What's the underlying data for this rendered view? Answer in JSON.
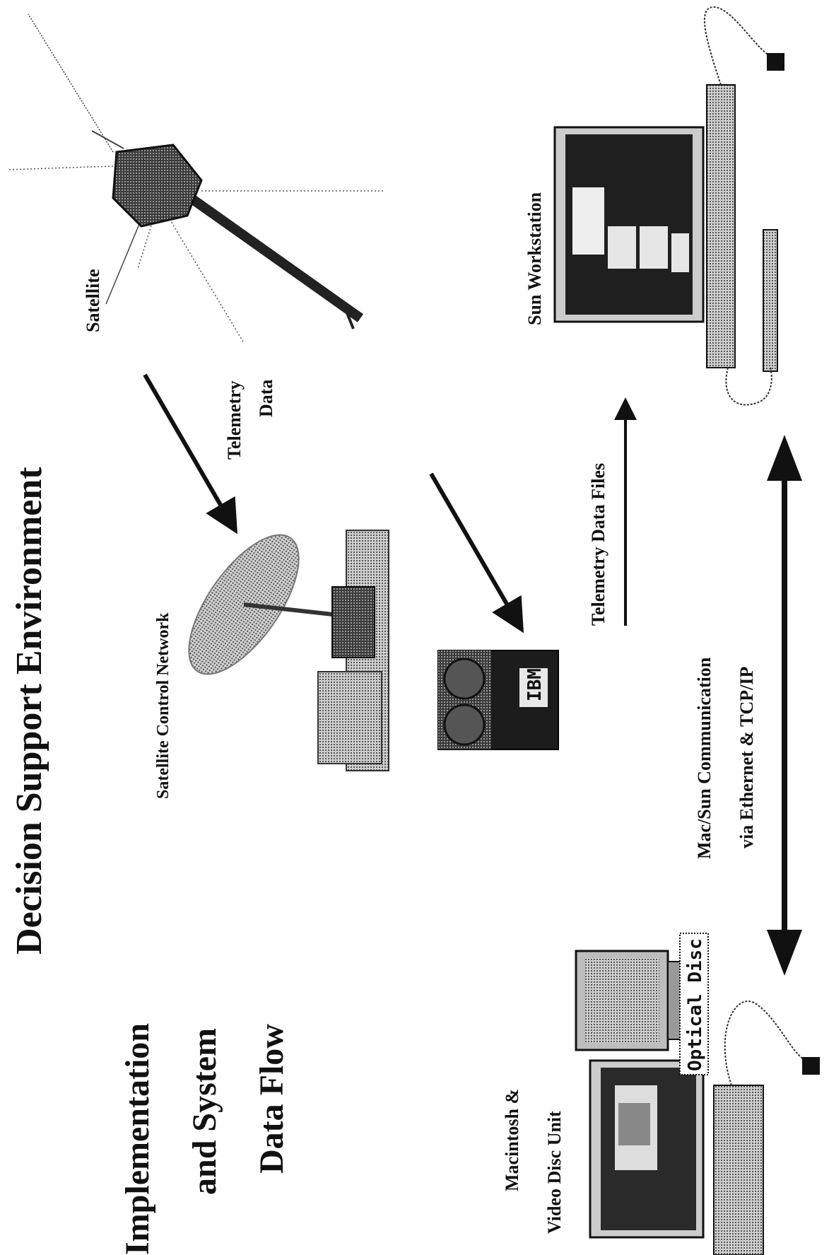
{
  "title": "Decision Support Environment",
  "subtitle_lines": [
    "Implementation",
    "and System",
    "Data Flow"
  ],
  "nodes": {
    "satellite": {
      "label": "Satellite",
      "icon": "satellite-icon"
    },
    "ground_station": {
      "label": "Satellite Control Network",
      "icon": "ground-station-icon"
    },
    "mainframe": {
      "label": "IBM",
      "icon": "ibm-mainframe-icon"
    },
    "sun_workstation": {
      "label": "Sun Workstation",
      "icon": "sun-workstation-icon"
    },
    "macintosh": {
      "label_lines": [
        "Macintosh &",
        "Video Disc Unit"
      ],
      "icon": "macintosh-icon"
    },
    "optical_disc": {
      "label": "Optical Disc",
      "icon": "video-disc-monitor-icon"
    }
  },
  "edges": {
    "telemetry": {
      "label_lines": [
        "Telemetry",
        "Data"
      ]
    },
    "files": {
      "label": "Telemetry Data Files"
    },
    "mac_sun": {
      "label_lines": [
        "Mac/Sun Communication",
        "via Ethernet & TCP/IP"
      ]
    }
  },
  "colors": {
    "ink": "#111111",
    "gray": "#8a8a8a",
    "dark": "#2a2a2a"
  }
}
